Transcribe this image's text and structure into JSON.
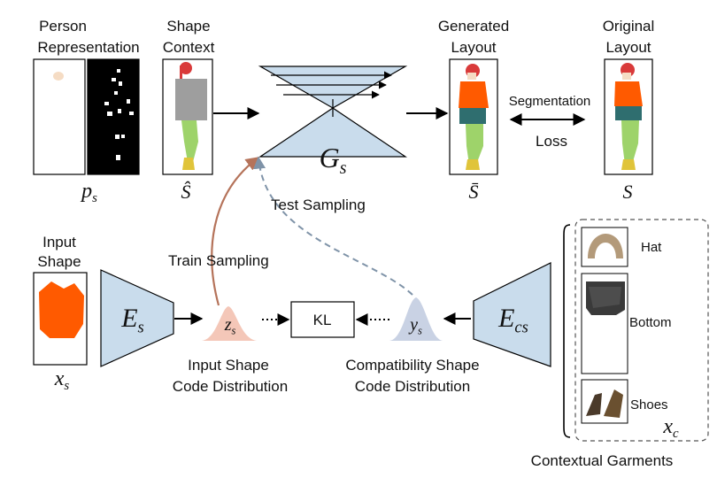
{
  "labels": {
    "person_rep_1": "Person",
    "person_rep_2": "Representation",
    "shape_ctx_1": "Shape",
    "shape_ctx_2": "Context",
    "generated_1": "Generated",
    "generated_2": "Layout",
    "original_1": "Original",
    "original_2": "Layout",
    "segmentation": "Segmentation",
    "loss": "Loss",
    "test_sampling": "Test Sampling",
    "train_sampling": "Train Sampling",
    "input_shape_1": "Input",
    "input_shape_2": "Shape",
    "input_dist_1": "Input Shape",
    "input_dist_2": "Code Distribution",
    "compat_dist_1": "Compatibility Shape",
    "compat_dist_2": "Code Distribution",
    "kl": "KL",
    "hat": "Hat",
    "bottom": "Bottom",
    "shoes": "Shoes",
    "contextual": "Contextual Garments"
  },
  "math": {
    "ps": "p",
    "ps_sub": "s",
    "s_hat": "Ŝ",
    "s_bar": "S̄",
    "s": "S",
    "gs": "G",
    "gs_sub": "s",
    "es": "E",
    "es_sub": "s",
    "ecs": "E",
    "ecs_sub": "cs",
    "zs": "z",
    "zs_sub": "s",
    "ys": "y",
    "ys_sub": "s",
    "xs": "x",
    "xs_sub": "s",
    "xc": "x",
    "xc_sub": "c"
  },
  "colors": {
    "network_fill": "#c9dcec",
    "train_arrow": "#b5735a",
    "test_arrow": "#7f93a8",
    "zs_fill": "#f4c7b8",
    "ys_fill": "#c9d2e4",
    "orange": "#ff5a00",
    "teal": "#2f6e6f",
    "green": "#9ed36a"
  }
}
